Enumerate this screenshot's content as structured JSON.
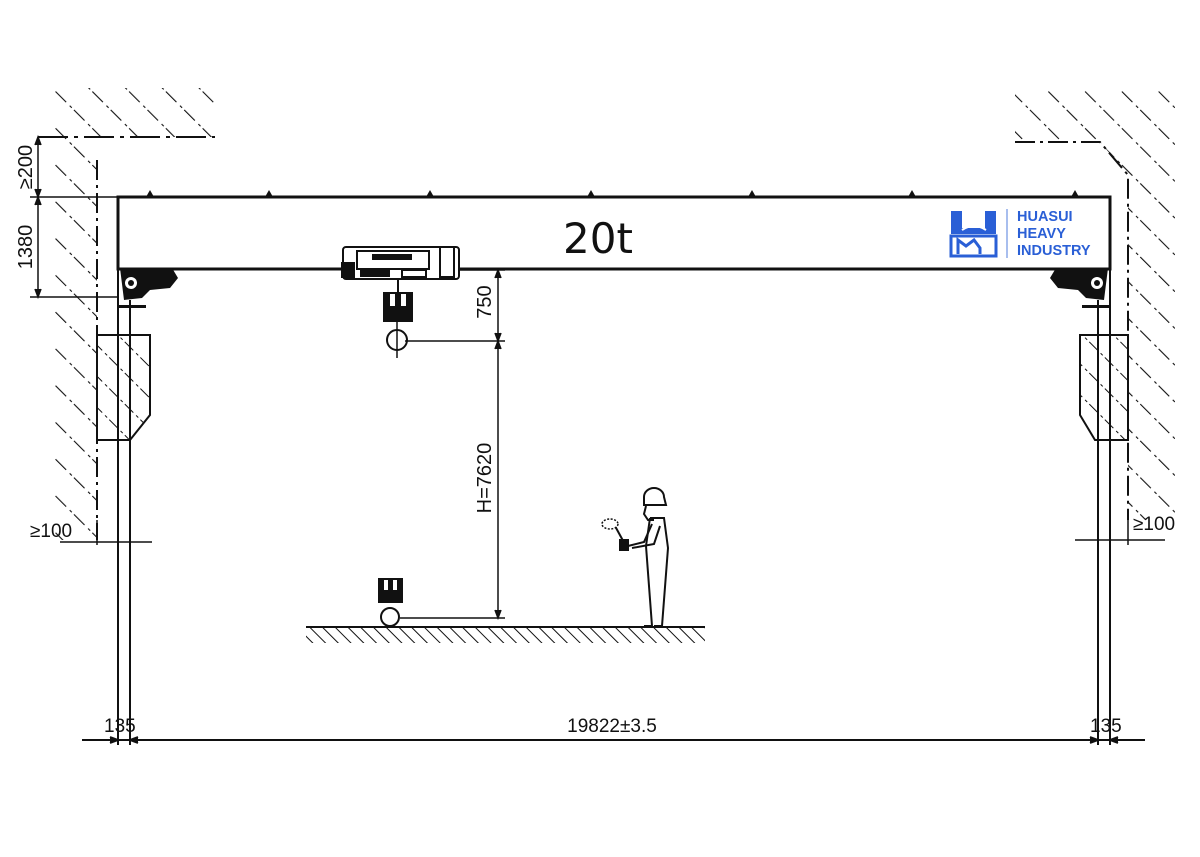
{
  "drawing": {
    "type": "single-girder overhead crane general arrangement",
    "capacity_label": "20t",
    "brand": {
      "lines": [
        "HUASUI",
        "HEAVY",
        "INDUSTRY"
      ],
      "color": "#2a5fd6",
      "logo_icon": "huasui-h-logo-icon"
    },
    "dimensions": {
      "clearance_above": "≥200",
      "girder_height": "1380",
      "hook_approach": "750",
      "lifting_height": "H=7620",
      "left_side_clearance": "≥100",
      "right_side_clearance": "≥100",
      "left_rail_offset": "135",
      "right_rail_offset": "135",
      "span": "19822±3.5"
    },
    "elements": [
      "building-wall-left",
      "building-wall-right",
      "ceiling-left",
      "ceiling-right",
      "main-girder",
      "end-carriage-left",
      "end-carriage-right",
      "electric-hoist",
      "hook-upper",
      "hook-lower",
      "operator-figure",
      "pendant-remote",
      "ground-hatch",
      "runway-columns"
    ],
    "colors": {
      "line": "#111111",
      "background": "#ffffff",
      "brand_blue": "#2a5fd6"
    }
  }
}
